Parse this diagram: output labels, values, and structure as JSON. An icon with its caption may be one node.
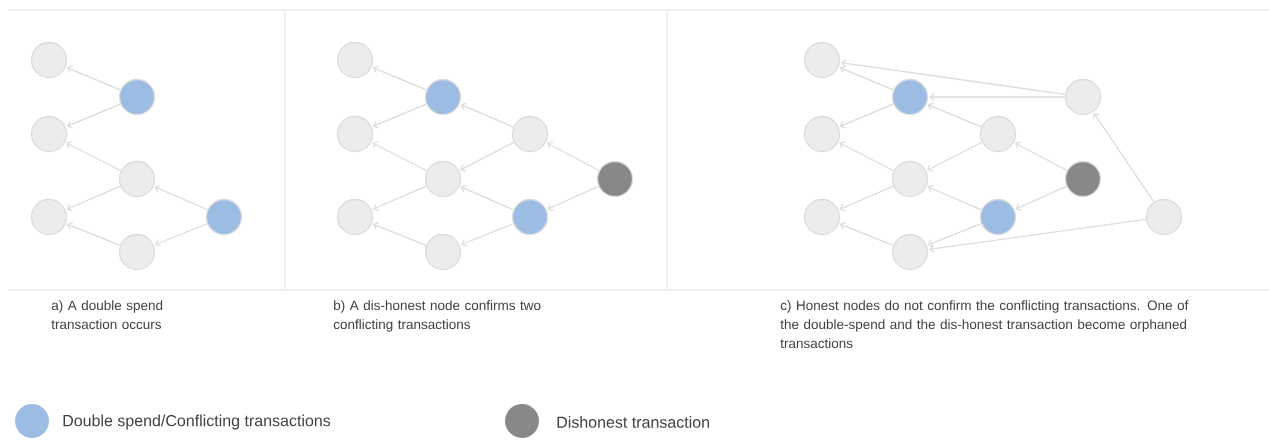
{
  "diagram": {
    "nodes": [
      {
        "text": [],
        "shape": "circle"
      },
      {
        "text": [],
        "shape": "circle"
      },
      {
        "text": [],
        "shape": "circle"
      },
      {
        "text": [],
        "shape": "circle"
      },
      {
        "text": [],
        "shape": "circle"
      },
      {
        "text": [],
        "shape": "circle"
      },
      {
        "text": [],
        "shape": "circle"
      },
      {
        "text": [],
        "shape": "circle"
      },
      {
        "text": [],
        "shape": "circle"
      },
      {
        "text": [],
        "shape": "circle"
      },
      {
        "text": [],
        "shape": "circle"
      },
      {
        "text": [],
        "shape": "circle"
      },
      {
        "text": [],
        "shape": "circle"
      },
      {
        "text": [],
        "shape": "circle"
      },
      {
        "text": [],
        "shape": "circle"
      },
      {
        "text": [],
        "shape": "circle"
      },
      {
        "text": [],
        "shape": "circle"
      },
      {
        "text": [],
        "shape": "circle"
      },
      {
        "text": [],
        "shape": "circle"
      },
      {
        "text": [],
        "shape": "circle"
      },
      {
        "text": [],
        "shape": "circle"
      },
      {
        "text": [],
        "shape": "circle"
      },
      {
        "text": [],
        "shape": "circle"
      },
      {
        "text": [],
        "shape": "circle"
      },
      {
        "text": [],
        "shape": "circle"
      },
      {
        "text": [],
        "shape": "circle"
      },
      {
        "text": [],
        "shape": "circle"
      }
    ],
    "edges": [
      {
        "from": 1,
        "to": 0,
        "arrow": "to"
      },
      {
        "from": 1,
        "to": 2,
        "arrow": "to"
      },
      {
        "from": 3,
        "to": 2,
        "arrow": "to"
      },
      {
        "from": 3,
        "to": 4,
        "arrow": "to"
      },
      {
        "from": 5,
        "to": 3,
        "arrow": "to"
      },
      {
        "from": 5,
        "to": 6,
        "arrow": "to"
      },
      {
        "from": 6,
        "to": 4,
        "arrow": "to"
      },
      {
        "from": 8,
        "to": 7,
        "arrow": "to"
      },
      {
        "from": 8,
        "to": 9,
        "arrow": "to"
      },
      {
        "from": 10,
        "to": 8,
        "arrow": "to"
      },
      {
        "from": 10,
        "to": 11,
        "arrow": "to"
      },
      {
        "from": 11,
        "to": 9,
        "arrow": "to"
      },
      {
        "from": 11,
        "to": 13,
        "arrow": "to"
      },
      {
        "from": 12,
        "to": 10,
        "arrow": "to"
      },
      {
        "from": 12,
        "to": 14,
        "arrow": "to"
      },
      {
        "from": 14,
        "to": 11,
        "arrow": "to"
      },
      {
        "from": 14,
        "to": 15,
        "arrow": "to"
      },
      {
        "from": 15,
        "to": 13,
        "arrow": "to"
      },
      {
        "from": 17,
        "to": 16,
        "arrow": "to"
      },
      {
        "from": 18,
        "to": 16,
        "arrow": "to"
      },
      {
        "from": 18,
        "to": 17,
        "arrow": "to"
      },
      {
        "from": 17,
        "to": 19,
        "arrow": "to"
      },
      {
        "from": 20,
        "to": 17,
        "arrow": "to"
      },
      {
        "from": 20,
        "to": 21,
        "arrow": "to"
      },
      {
        "from": 21,
        "to": 19,
        "arrow": "to"
      },
      {
        "from": 21,
        "to": 23,
        "arrow": "to"
      },
      {
        "from": 22,
        "to": 20,
        "arrow": "to"
      },
      {
        "from": 22,
        "to": 24,
        "arrow": "to"
      },
      {
        "from": 24,
        "to": 21,
        "arrow": "to"
      },
      {
        "from": 24,
        "to": 26,
        "arrow": "to"
      },
      {
        "from": 26,
        "to": 23,
        "arrow": "to"
      },
      {
        "from": 25,
        "to": 18,
        "arrow": "to"
      },
      {
        "from": 25,
        "to": 26,
        "arrow": "to"
      }
    ],
    "labels": [
      "a) A double spend transaction occurs",
      "b) A dis-honest node confirms two conflicting transactions",
      "c) Honest nodes do not confirm the conflicting transactions. One of the double-spend and the dis-honest transaction become orphaned transactions"
    ],
    "legend": [
      {
        "text": "Double spend/Conflicting transactions",
        "color": "#9dbce3"
      },
      {
        "text": "Dishonest transaction",
        "color": "#888888"
      }
    ]
  }
}
